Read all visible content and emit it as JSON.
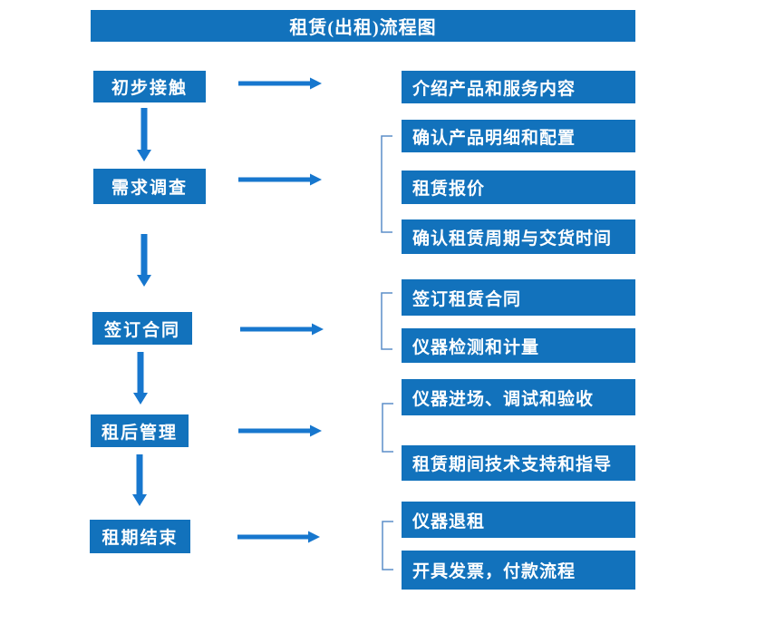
{
  "title": "租赁(出租)流程图",
  "colors": {
    "box_fill": "#1272BC",
    "arrow": "#1777CE",
    "bracket": "#5B8EC8",
    "box_text": "#FFFFFF",
    "background": "#FFFFFF"
  },
  "stages": [
    {
      "label": "初步接触",
      "outputs": [
        "介绍产品和服务内容"
      ]
    },
    {
      "label": "需求调查",
      "outputs": [
        "确认产品明细和配置",
        "租赁报价",
        "确认租赁周期与交货时间"
      ]
    },
    {
      "label": "签订合同",
      "outputs": [
        "签订租赁合同",
        "仪器检测和计量"
      ]
    },
    {
      "label": "租后管理",
      "outputs": [
        "仪器进场、调试和验收",
        "租赁期间技术支持和指导"
      ]
    },
    {
      "label": "租期结束",
      "outputs": [
        "仪器退租",
        "开具发票，付款流程"
      ]
    }
  ]
}
